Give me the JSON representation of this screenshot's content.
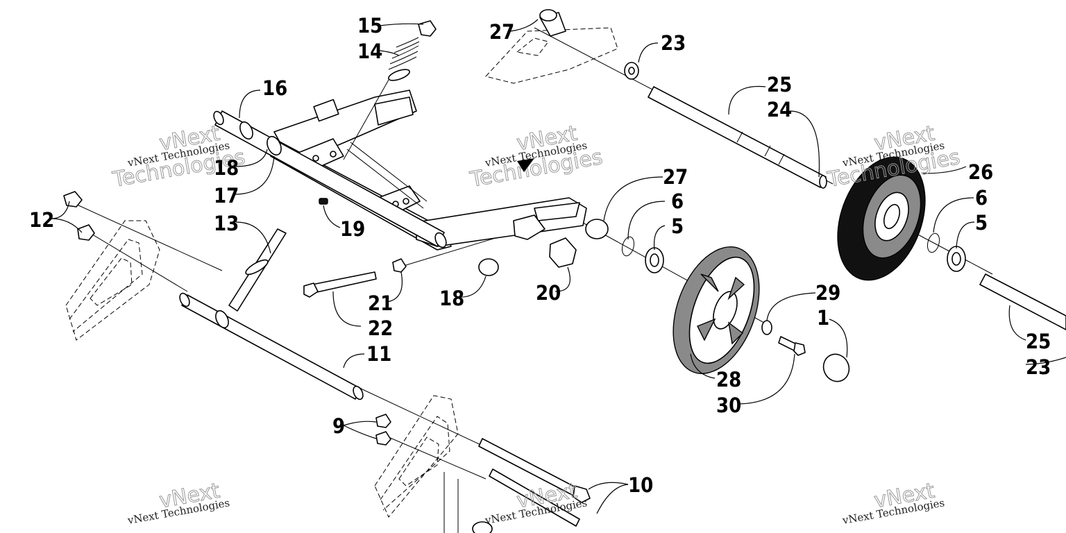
{
  "diagram": {
    "callouts": [
      {
        "id": "c15",
        "text": "15"
      },
      {
        "id": "c14",
        "text": "14"
      },
      {
        "id": "c27a",
        "text": "27"
      },
      {
        "id": "c23a",
        "text": "23"
      },
      {
        "id": "c16",
        "text": "16"
      },
      {
        "id": "c25a",
        "text": "25"
      },
      {
        "id": "c24",
        "text": "24"
      },
      {
        "id": "c18a",
        "text": "18"
      },
      {
        "id": "c17",
        "text": "17"
      },
      {
        "id": "c26",
        "text": "26"
      },
      {
        "id": "c27b",
        "text": "27"
      },
      {
        "id": "c6a",
        "text": "6"
      },
      {
        "id": "c6b",
        "text": "6"
      },
      {
        "id": "c12",
        "text": "12"
      },
      {
        "id": "c5a",
        "text": "5"
      },
      {
        "id": "c5b",
        "text": "5"
      },
      {
        "id": "c13",
        "text": "13"
      },
      {
        "id": "c19",
        "text": "19"
      },
      {
        "id": "c29",
        "text": "29"
      },
      {
        "id": "c18b",
        "text": "18"
      },
      {
        "id": "c20",
        "text": "20"
      },
      {
        "id": "c21",
        "text": "21"
      },
      {
        "id": "c1",
        "text": "1"
      },
      {
        "id": "c22",
        "text": "22"
      },
      {
        "id": "c25b",
        "text": "25"
      },
      {
        "id": "c11",
        "text": "11"
      },
      {
        "id": "c23b",
        "text": "23"
      },
      {
        "id": "c28",
        "text": "28"
      },
      {
        "id": "c30",
        "text": "30"
      },
      {
        "id": "c9",
        "text": "9"
      },
      {
        "id": "c10",
        "text": "10"
      }
    ],
    "watermark": {
      "line1": "vNext Technologies",
      "line2": "vNext",
      "line3": "Technologies"
    }
  }
}
